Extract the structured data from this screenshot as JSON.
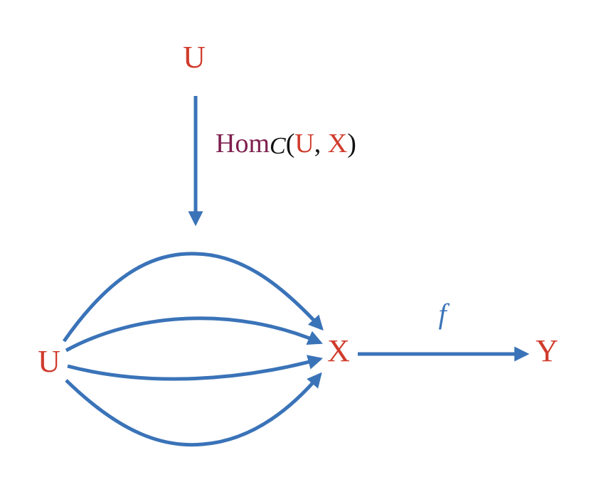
{
  "colors": {
    "object": "#d03b2c",
    "arrow": "#3a73b8",
    "hom": "#7e1f4f",
    "text": "#111111"
  },
  "nodes": {
    "top_u": "U",
    "left_u": "U",
    "x": "X",
    "y": "Y"
  },
  "hom_label": {
    "prefix": "Hom",
    "category": "C",
    "open": "(",
    "first": "U",
    "comma": ", ",
    "second": "X",
    "close": ")"
  },
  "morphism_label": "f"
}
